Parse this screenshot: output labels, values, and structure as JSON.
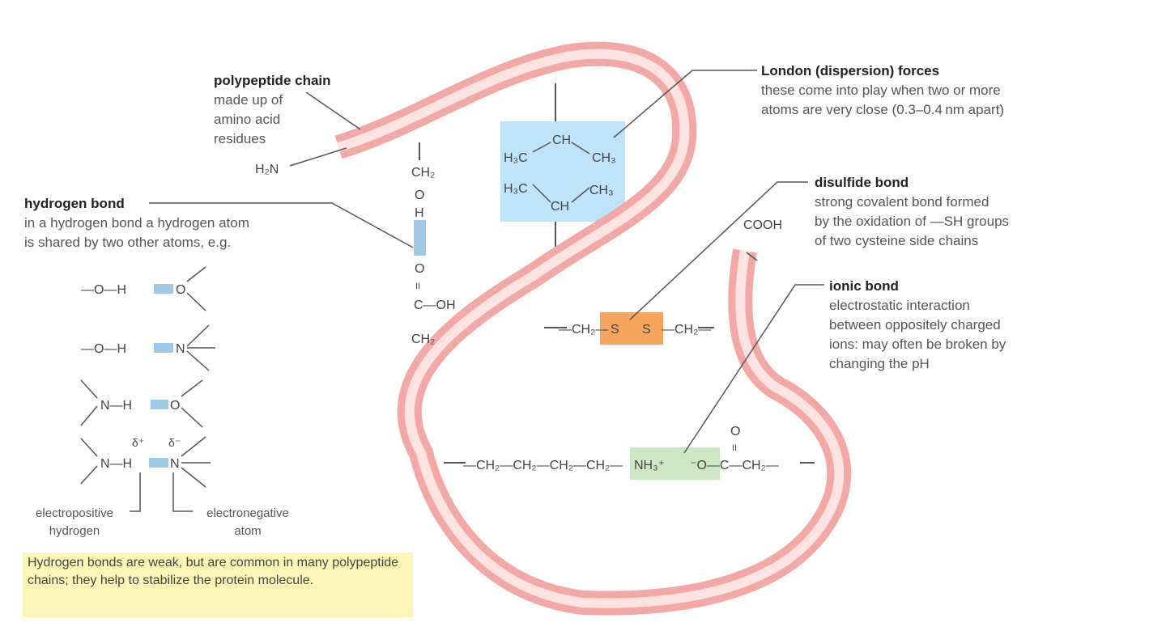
{
  "colors": {
    "tube_outer": "#f2a8a6",
    "tube_inner": "#fde4e2",
    "hbond": "#9fc9e6",
    "hydrophobic_box": "#bfe3f8",
    "disulfide_box": "#f6a55f",
    "ionic_box": "#cfe6c4",
    "note_bg": "#fbf6b8"
  },
  "labels": {
    "polypeptide": {
      "title": "polypeptide chain",
      "desc": "made up of\namino acid\nresidues"
    },
    "hydrogen": {
      "title": "hydrogen bond",
      "desc": "in a hydrogen bond a hydrogen atom\nis shared by two other atoms, e.g."
    },
    "london": {
      "title": "London (dispersion) forces",
      "desc": "these come into play when two or more\natoms are very close (0.3–0.4 nm apart)"
    },
    "disulfide": {
      "title": "disulfide bond",
      "desc": "strong covalent bond formed\nby the oxidation of —SH groups\nof two cysteine side chains"
    },
    "ionic": {
      "title": "ionic bond",
      "desc": "electrostatic interaction\nbetween oppositely charged\nions: may often be broken by\nchanging the pH"
    }
  },
  "chem": {
    "h2n": "H₂N",
    "cooh": "COOH",
    "ch2_top": "CH₂",
    "o_top": "O",
    "h_mid": "H",
    "o_bottom": "O",
    "dbl": "II",
    "c_oh": "C—OH",
    "ch2_bottom": "CH₂",
    "ch": "CH",
    "h3c": "H₃C",
    "ch3": "CH₃",
    "disulfide_left": "—CH₂—",
    "s1": "S",
    "s2": "S",
    "disulfide_right": "—CH₂—",
    "ionic_chain": "—CH₂—CH₂—CH₂—CH₂—",
    "nh3": "NH₃⁺",
    "o_minus": "⁻O—C—CH₂—",
    "ionic_o": "O",
    "examples": [
      "—O—H",
      "—O—H",
      "N—H",
      "N—H"
    ],
    "example_acceptors": [
      "O",
      "N",
      "O",
      "N"
    ],
    "delta_plus": "δ⁺",
    "delta_minus": "δ⁻"
  },
  "captions": {
    "electropositive": "electropositive\nhydrogen",
    "electronegative": "electronegative\natom"
  },
  "note": "Hydrogen bonds are weak, but are common in many polypeptide chains; they help to stabilize the protein molecule."
}
